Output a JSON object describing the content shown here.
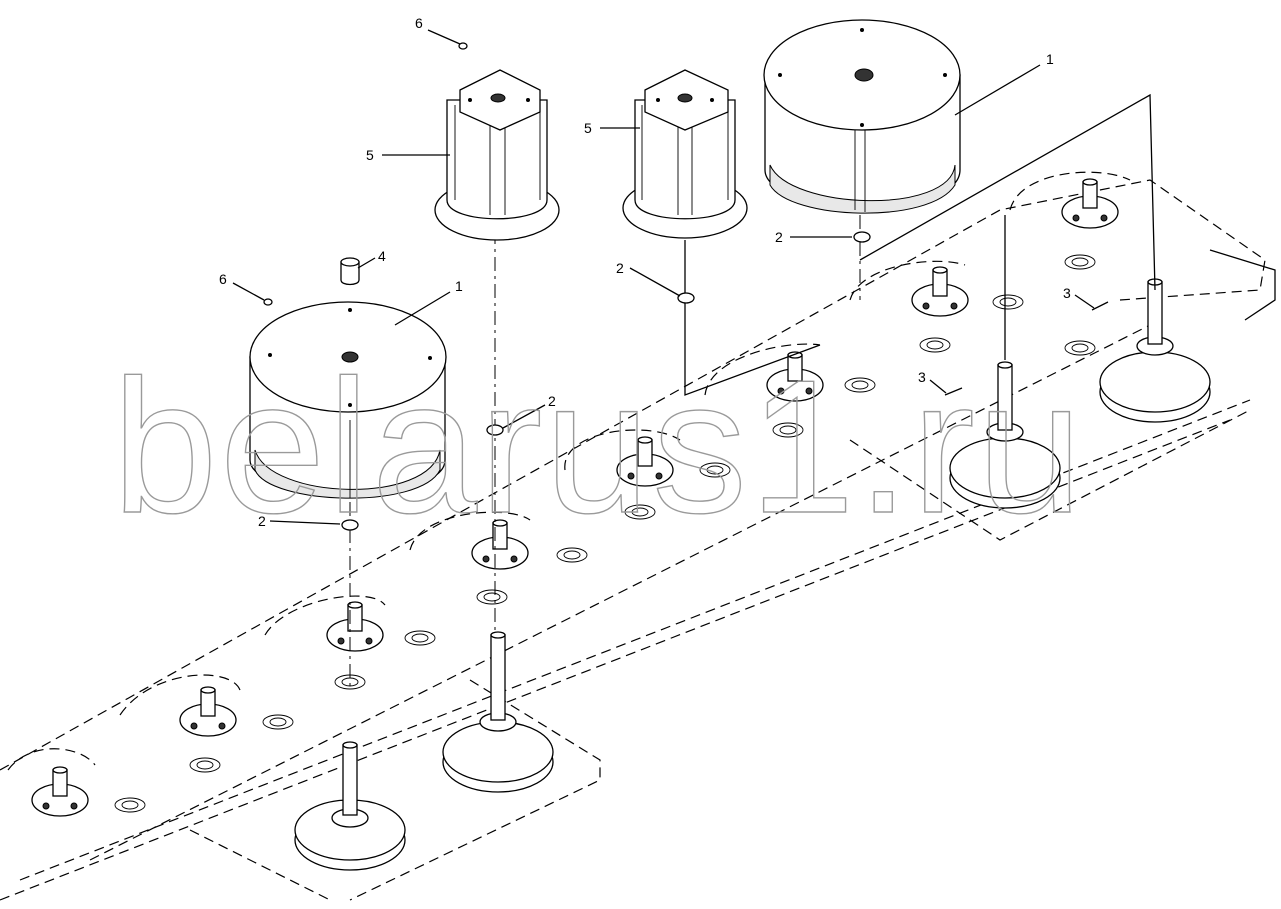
{
  "diagram": {
    "watermark": "belarus1.ru",
    "callouts": {
      "c1a": "1",
      "c1b": "1",
      "c2a": "2",
      "c2b": "2",
      "c2c": "2",
      "c2d": "2",
      "c3a": "3",
      "c3b": "3",
      "c4": "4",
      "c5a": "5",
      "c5b": "5",
      "c6a": "6",
      "c6b": "6"
    }
  }
}
